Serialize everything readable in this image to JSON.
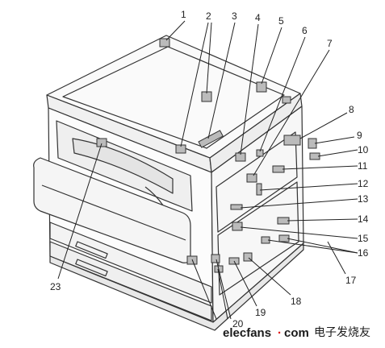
{
  "diagram": {
    "callouts": [
      "1",
      "2",
      "3",
      "4",
      "5",
      "6",
      "7",
      "8",
      "9",
      "10",
      "11",
      "12",
      "13",
      "14",
      "15",
      "16",
      "17",
      "18",
      "19",
      "20",
      "23"
    ]
  },
  "watermark": {
    "site": "elecfans",
    "dot": "·",
    "domain": "com",
    "cn": "电子发烧友"
  },
  "colors": {
    "line": "#333333",
    "shade": "#d9d9d9",
    "watermark_accent": "#e00000"
  }
}
